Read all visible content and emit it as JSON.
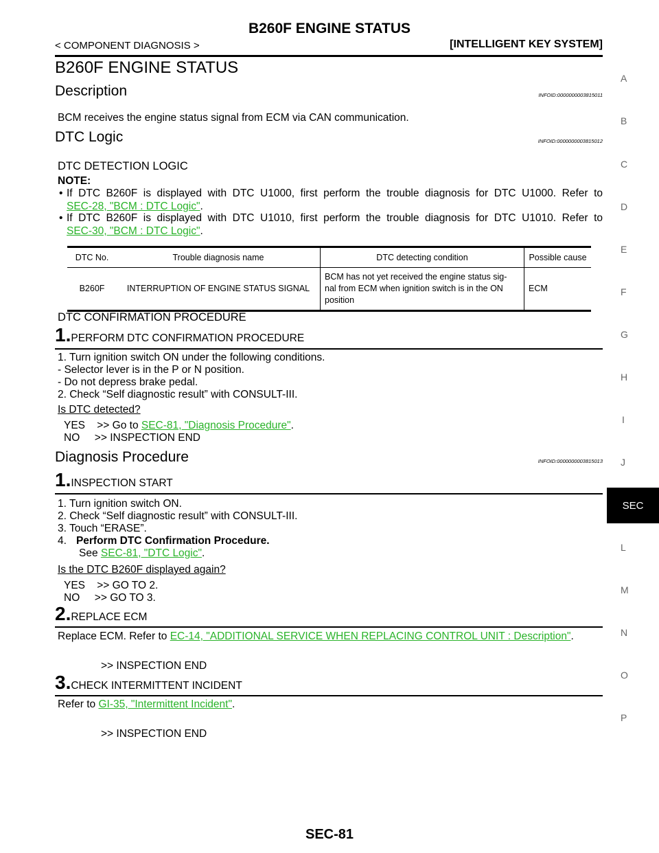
{
  "header": {
    "title": "B260F ENGINE STATUS",
    "left": "< COMPONENT DIAGNOSIS >",
    "right": "[INTELLIGENT KEY SYSTEM]"
  },
  "main_title": "B260F ENGINE STATUS",
  "description": {
    "heading": "Description",
    "infoid": "INFOID:0000000003815011",
    "text": "BCM receives the engine status signal from ECM via CAN communication."
  },
  "dtc_logic": {
    "heading": "DTC Logic",
    "infoid": "INFOID:0000000003815012",
    "detection_caption": "DTC DETECTION LOGIC",
    "note_label": "NOTE:",
    "note1_text": "If DTC B260F is displayed with DTC U1000, first perform the trouble diagnosis for DTC U1000. Refer to",
    "note1_link": "SEC-28, \"BCM : DTC Logic\"",
    "note2_text": "If DTC B260F is displayed with DTC U1010, first perform the trouble diagnosis for DTC U1010. Refer to",
    "note2_link": "SEC-30, \"BCM : DTC Logic\"",
    "bullet": "•",
    "period": "."
  },
  "table": {
    "headers": [
      "DTC No.",
      "Trouble diagnosis name",
      "DTC detecting condition",
      "Possible cause"
    ],
    "row": {
      "dtc": "B260F",
      "name": "INTERRUPTION OF ENGINE STATUS SIGNAL",
      "cond1": "BCM has not yet received the engine status sig-",
      "cond2": "nal from ECM when ignition switch is in the ON",
      "cond3": "position",
      "cause": "ECM"
    }
  },
  "confirmation": {
    "caption": "DTC CONFIRMATION PROCEDURE",
    "step_num": "1.",
    "step_title": "PERFORM DTC CONFIRMATION PROCEDURE",
    "lines": [
      "1.   Turn ignition switch ON under the following conditions.",
      "-    Selector lever is in the P or N position.",
      "-    Do not depress brake pedal.",
      "2.   Check “Self diagnostic result” with CONSULT-III."
    ],
    "question": "Is DTC detected?",
    "yes_prefix": "YES    >> Go to ",
    "yes_link": "SEC-81, \"Diagnosis Procedure\"",
    "no": "NO     >> INSPECTION END"
  },
  "diagnosis": {
    "heading": "Diagnosis Procedure",
    "infoid": "INFOID:0000000003815013",
    "step1_num": "1.",
    "step1_title": "INSPECTION START",
    "step1_lines": [
      "1.   Turn ignition switch ON.",
      "2.   Check “Self diagnostic result” with CONSULT-III.",
      "3.   Touch “ERASE”."
    ],
    "step1_4_num": "4.",
    "step1_4_bold": "Perform DTC Confirmation Procedure.",
    "step1_see": "See ",
    "step1_see_link": "SEC-81, \"DTC Logic\"",
    "step1_question": "Is the DTC B260F displayed again?",
    "step1_yes": "YES    >> GO TO 2.",
    "step1_no": "NO     >> GO TO 3.",
    "step2_num": "2.",
    "step2_title": "REPLACE ECM",
    "step2_text": "Replace ECM. Refer to ",
    "step2_link": "EC-14, \"ADDITIONAL SERVICE WHEN REPLACING CONTROL UNIT : Description\"",
    "step2_end": ">> INSPECTION END",
    "step3_num": "3.",
    "step3_title": "CHECK INTERMITTENT INCIDENT",
    "step3_text": "Refer to ",
    "step3_link": "GI-35, \"Intermittent Incident\"",
    "step3_end": ">> INSPECTION END"
  },
  "side_index": [
    "A",
    "B",
    "C",
    "D",
    "E",
    "F",
    "G",
    "H",
    "I",
    "J",
    "SEC",
    "L",
    "M",
    "N",
    "O",
    "P"
  ],
  "footer": "SEC-81"
}
